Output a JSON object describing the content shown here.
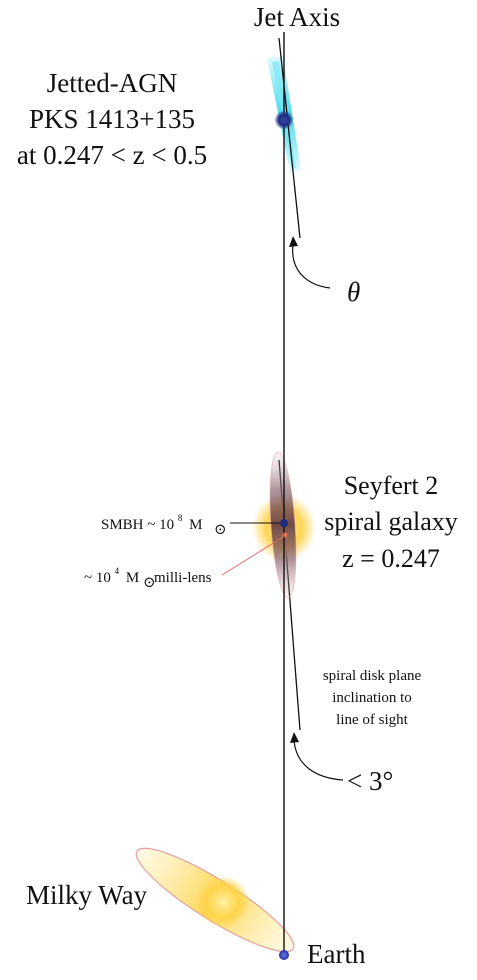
{
  "labels": {
    "jet_axis": "Jet Axis",
    "agn_line1": "Jetted-AGN",
    "agn_line2": "PKS 1413+135",
    "agn_line3": "at 0.247 < z < 0.5",
    "theta": "θ",
    "seyfert_line1": "Seyfert 2",
    "seyfert_line2": "spiral galaxy",
    "seyfert_line3": "z = 0.247",
    "smbh_prefix": "SMBH ~ 10",
    "smbh_exp": "8",
    "smbh_unit": "M",
    "smbh_sun": "⊙",
    "millilens_prefix": "~ 10",
    "millilens_exp": "4",
    "millilens_unit": "M",
    "millilens_sun": "⊙",
    "millilens_suffix": "milli-lens",
    "disk_line1": "spiral disk plane",
    "disk_line2": "inclination to",
    "disk_line3": "line of sight",
    "inclination": "< 3°",
    "milky_way": "Milky Way",
    "earth": "Earth"
  },
  "colors": {
    "jet": "#3fd8ee",
    "core": "#1f2b80",
    "galaxy_glow": "#ffd24a",
    "dust_lane": "#5a2f3a",
    "millilens_marker": "#e06040",
    "millilens_leader": "#e26a6a",
    "milky_way_glow": "#ffd44a",
    "milky_way_rim": "#e4a0a0"
  }
}
